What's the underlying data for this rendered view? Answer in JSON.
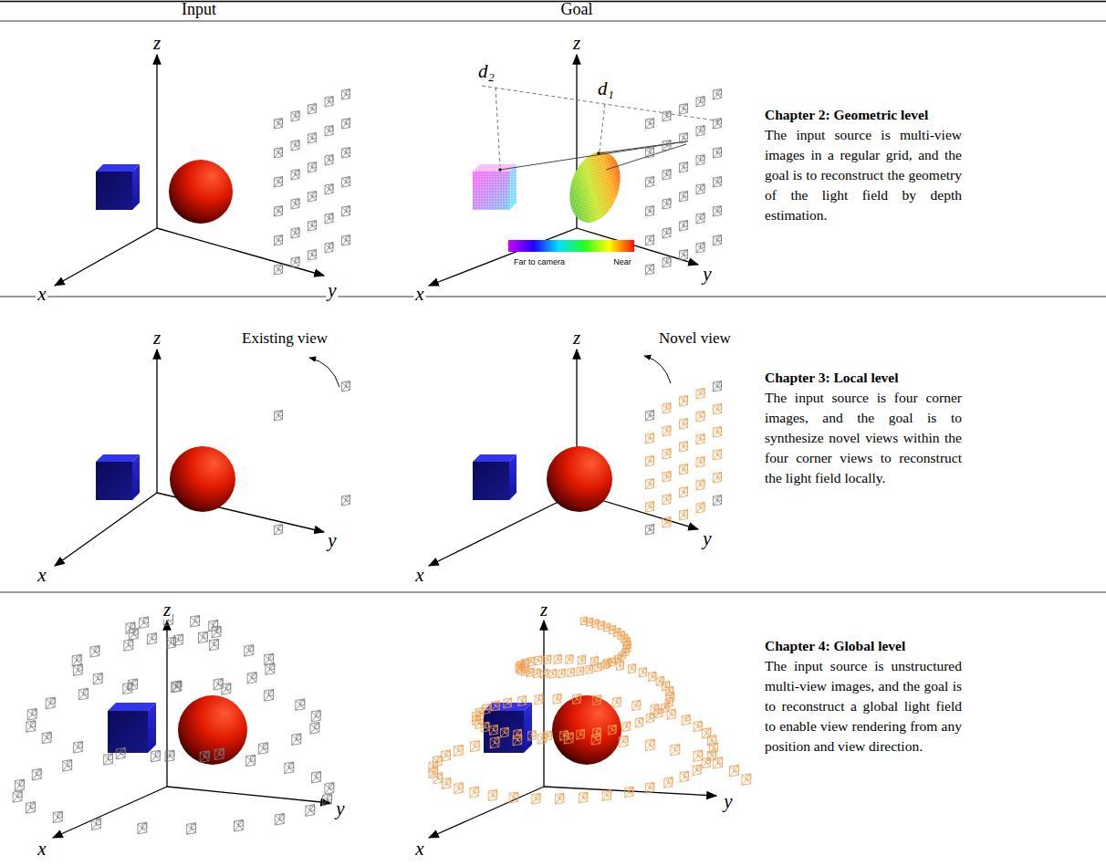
{
  "diagram": {
    "labels": [
      "Input",
      "Goal",
      "z",
      "y",
      "x",
      "z",
      "d₂",
      "d₁",
      "y",
      "x",
      "Far to camera",
      "Near",
      "Chapter 2: Geometric level",
      "The input source is multi-view images in a regular grid, and the goal is to reconstruct the geometry of the light field by depth estimation.",
      "z",
      "Existing view",
      "y",
      "x",
      "z",
      "Novel view",
      "y",
      "x",
      "Chapter 3: Local level",
      "The input source is four corner images, and the goal is to synthesize novel views within the four corner views to reconstruct the light field locally.",
      "z",
      "y",
      "x",
      "z",
      "y",
      "x",
      "Chapter 4: Global level",
      "The input source is unstructured multi-view images, and the goal is to reconstruct a global light field to enable view rendering from any position and view direction."
    ]
  }
}
